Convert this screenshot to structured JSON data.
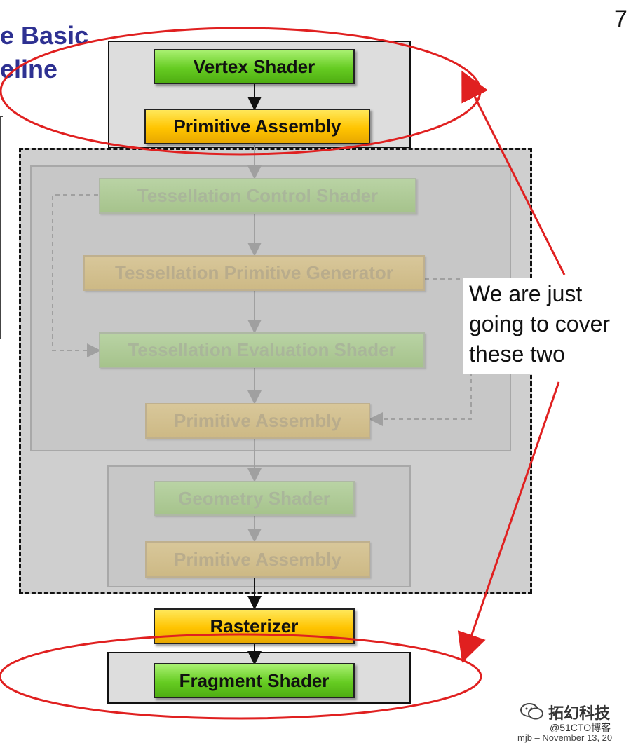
{
  "slide": {
    "title_line1": "e Basic",
    "title_line2": "eline",
    "page_number": "7"
  },
  "pipeline": {
    "vertex_shader": "Vertex Shader",
    "primitive_assembly_top": "Primitive Assembly",
    "tess_control_shader": "Tessellation Control Shader",
    "tess_primitive_generator": "Tessellation Primitive Generator",
    "tess_evaluation_shader": "Tessellation Evaluation Shader",
    "primitive_assembly_tess": "Primitive Assembly",
    "geometry_shader": "Geometry Shader",
    "primitive_assembly_geom": "Primitive Assembly",
    "rasterizer": "Rasterizer",
    "fragment_shader": "Fragment Shader"
  },
  "callout": {
    "line1": "We are just",
    "line2": "going to cover",
    "line3": "these two"
  },
  "watermark": {
    "brand": "拓幻科技",
    "source": "@51CTO博客"
  },
  "footer": {
    "text": "mjb – November 13, 20"
  },
  "colors": {
    "title": "#2e3192",
    "highlight_ellipse": "#e02020",
    "active_green": "#66cc22",
    "active_yellow": "#ffc400"
  }
}
